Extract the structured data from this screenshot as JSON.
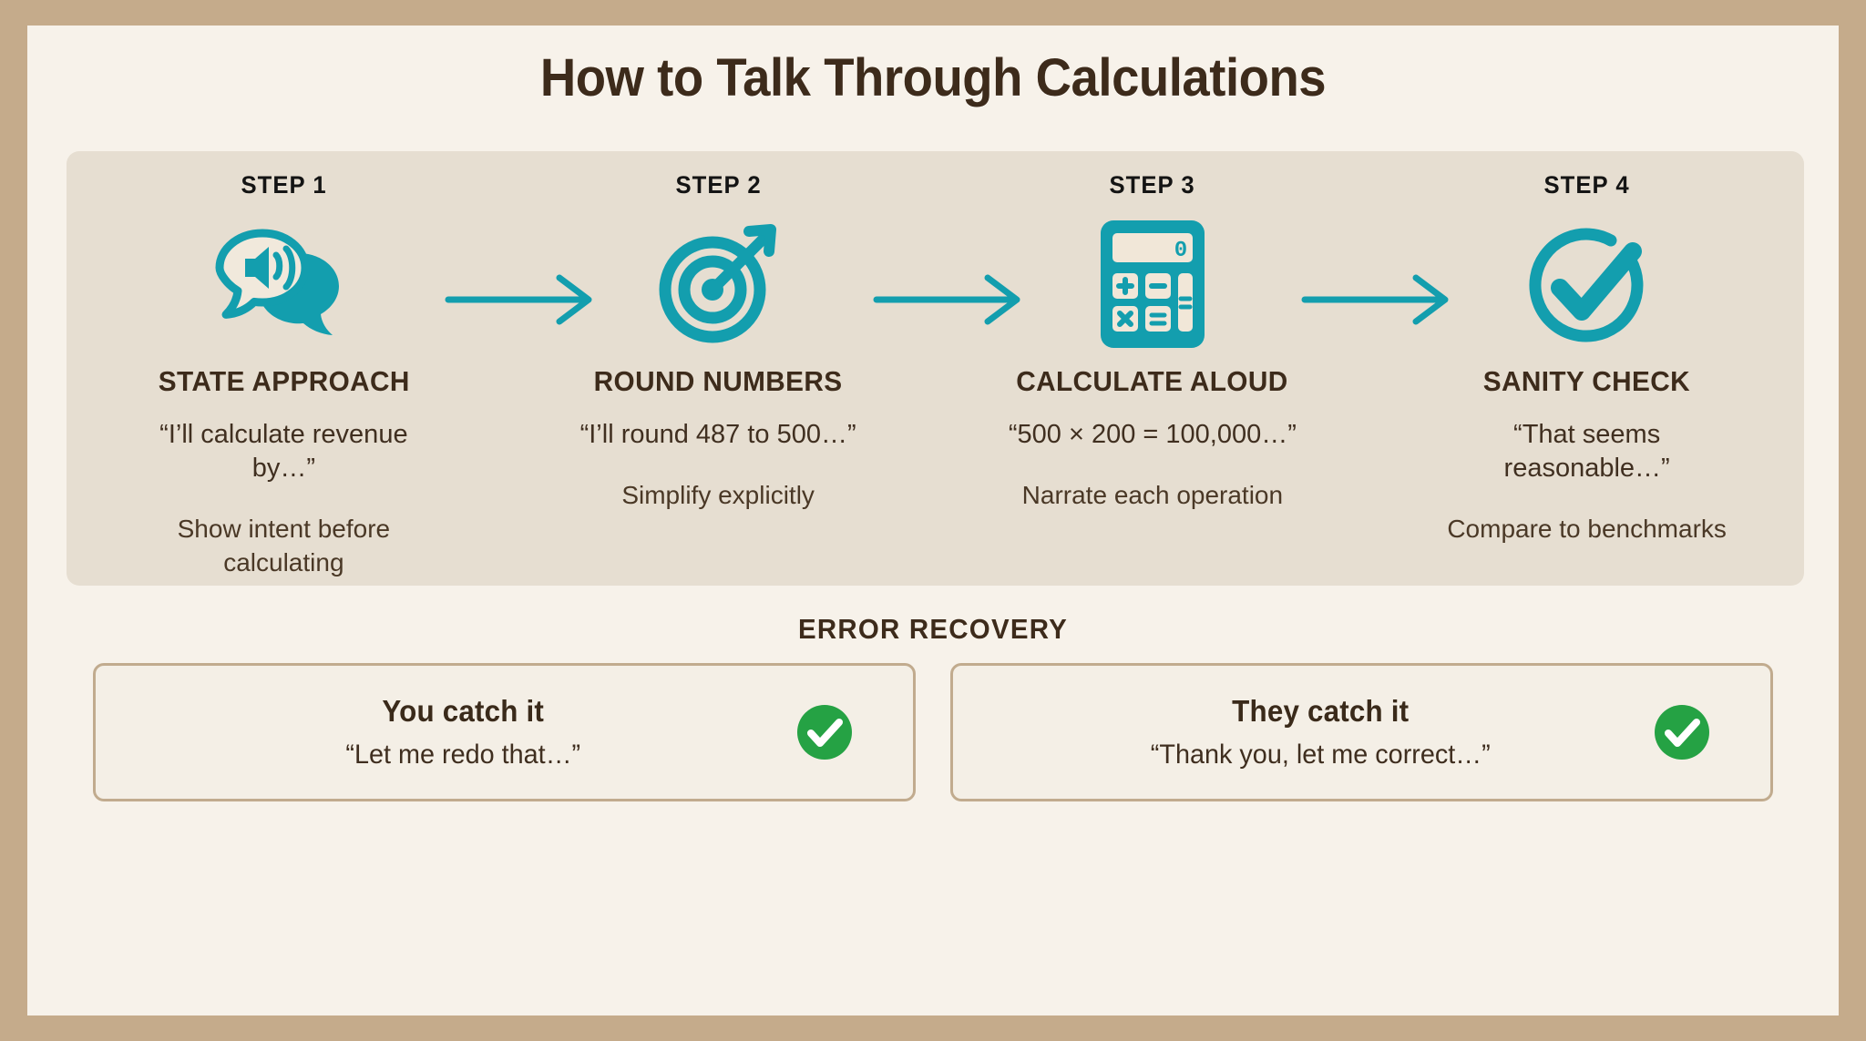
{
  "title": "How to Talk Through Calculations",
  "colors": {
    "frame": "#c5ab8b",
    "page": "#f7f2ea",
    "panel": "#e6ded1",
    "teal": "#119bab",
    "brown": "#3d2b1b",
    "green": "#25a244"
  },
  "steps": [
    {
      "label": "STEP 1",
      "icon": "speech-bubble-speaker-icon",
      "title": "STATE APPROACH",
      "quote": "“I’ll calculate revenue by…”",
      "desc": "Show intent before calculating"
    },
    {
      "label": "STEP 2",
      "icon": "target-arrow-icon",
      "title": "ROUND NUMBERS",
      "quote": "“I’ll round 487 to 500…”",
      "desc": "Simplify explicitly"
    },
    {
      "label": "STEP 3",
      "icon": "calculator-icon",
      "title": "CALCULATE ALOUD",
      "quote": "“500 × 200 = 100,000…”",
      "desc": "Narrate each operation"
    },
    {
      "label": "STEP 4",
      "icon": "circle-check-icon",
      "title": "SANITY CHECK",
      "quote": "“That seems reasonable…”",
      "desc": "Compare to benchmarks"
    }
  ],
  "connectors": [
    {
      "icon": "arrow-right-icon"
    },
    {
      "icon": "arrow-right-icon"
    },
    {
      "icon": "arrow-right-icon"
    }
  ],
  "error_recovery": {
    "heading": "ERROR RECOVERY",
    "cards": [
      {
        "title": "You catch it",
        "quote": "“Let me redo that…”",
        "badge_icon": "green-check-badge-icon"
      },
      {
        "title": "They catch it",
        "quote": "“Thank you, let me correct…”",
        "badge_icon": "green-check-badge-icon"
      }
    ]
  },
  "calculator": {
    "display_value": "0",
    "keys": [
      "+",
      "−",
      "×",
      "=",
      "="
    ]
  }
}
